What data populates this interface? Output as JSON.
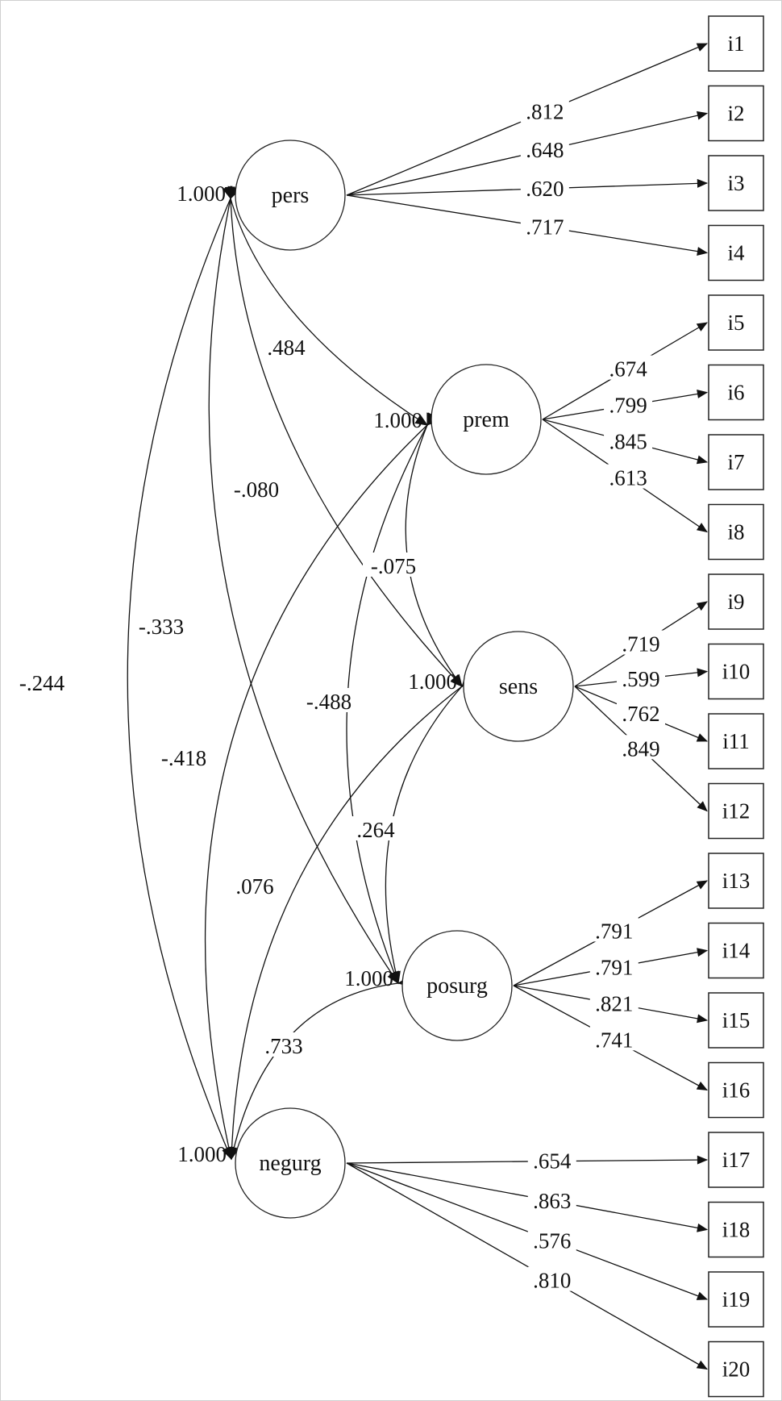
{
  "factors": [
    {
      "id": "pers",
      "label": "pers",
      "variance": "1.000"
    },
    {
      "id": "prem",
      "label": "prem",
      "variance": "1.000"
    },
    {
      "id": "sens",
      "label": "sens",
      "variance": "1.000"
    },
    {
      "id": "posurg",
      "label": "posurg",
      "variance": "1.000"
    },
    {
      "id": "negurg",
      "label": "negurg",
      "variance": "1.000"
    }
  ],
  "indicators": [
    "i1",
    "i2",
    "i3",
    "i4",
    "i5",
    "i6",
    "i7",
    "i8",
    "i9",
    "i10",
    "i11",
    "i12",
    "i13",
    "i14",
    "i15",
    "i16",
    "i17",
    "i18",
    "i19",
    "i20"
  ],
  "loadings": [
    {
      "factor": "pers",
      "item": "i1",
      "value": ".812"
    },
    {
      "factor": "pers",
      "item": "i2",
      "value": ".648"
    },
    {
      "factor": "pers",
      "item": "i3",
      "value": ".620"
    },
    {
      "factor": "pers",
      "item": "i4",
      "value": ".717"
    },
    {
      "factor": "prem",
      "item": "i5",
      "value": ".674"
    },
    {
      "factor": "prem",
      "item": "i6",
      "value": ".799"
    },
    {
      "factor": "prem",
      "item": "i7",
      "value": ".845"
    },
    {
      "factor": "prem",
      "item": "i8",
      "value": ".613"
    },
    {
      "factor": "sens",
      "item": "i9",
      "value": ".719"
    },
    {
      "factor": "sens",
      "item": "i10",
      "value": ".599"
    },
    {
      "factor": "sens",
      "item": "i11",
      "value": ".762"
    },
    {
      "factor": "sens",
      "item": "i12",
      "value": ".849"
    },
    {
      "factor": "posurg",
      "item": "i13",
      "value": ".791"
    },
    {
      "factor": "posurg",
      "item": "i14",
      "value": ".791"
    },
    {
      "factor": "posurg",
      "item": "i15",
      "value": ".821"
    },
    {
      "factor": "posurg",
      "item": "i16",
      "value": ".741"
    },
    {
      "factor": "negurg",
      "item": "i17",
      "value": ".654"
    },
    {
      "factor": "negurg",
      "item": "i18",
      "value": ".863"
    },
    {
      "factor": "negurg",
      "item": "i19",
      "value": ".576"
    },
    {
      "factor": "negurg",
      "item": "i20",
      "value": ".810"
    }
  ],
  "correlations": [
    {
      "from": "pers",
      "to": "prem",
      "value": ".484"
    },
    {
      "from": "pers",
      "to": "sens",
      "value": "-.080"
    },
    {
      "from": "pers",
      "to": "posurg",
      "value": "-.333"
    },
    {
      "from": "pers",
      "to": "negurg",
      "value": "-.244"
    },
    {
      "from": "prem",
      "to": "sens",
      "value": "-.075"
    },
    {
      "from": "prem",
      "to": "posurg",
      "value": "-.488"
    },
    {
      "from": "prem",
      "to": "negurg",
      "value": "-.418"
    },
    {
      "from": "sens",
      "to": "posurg",
      "value": ".264"
    },
    {
      "from": "sens",
      "to": "negurg",
      "value": ".076"
    },
    {
      "from": "posurg",
      "to": "negurg",
      "value": ".733"
    }
  ]
}
